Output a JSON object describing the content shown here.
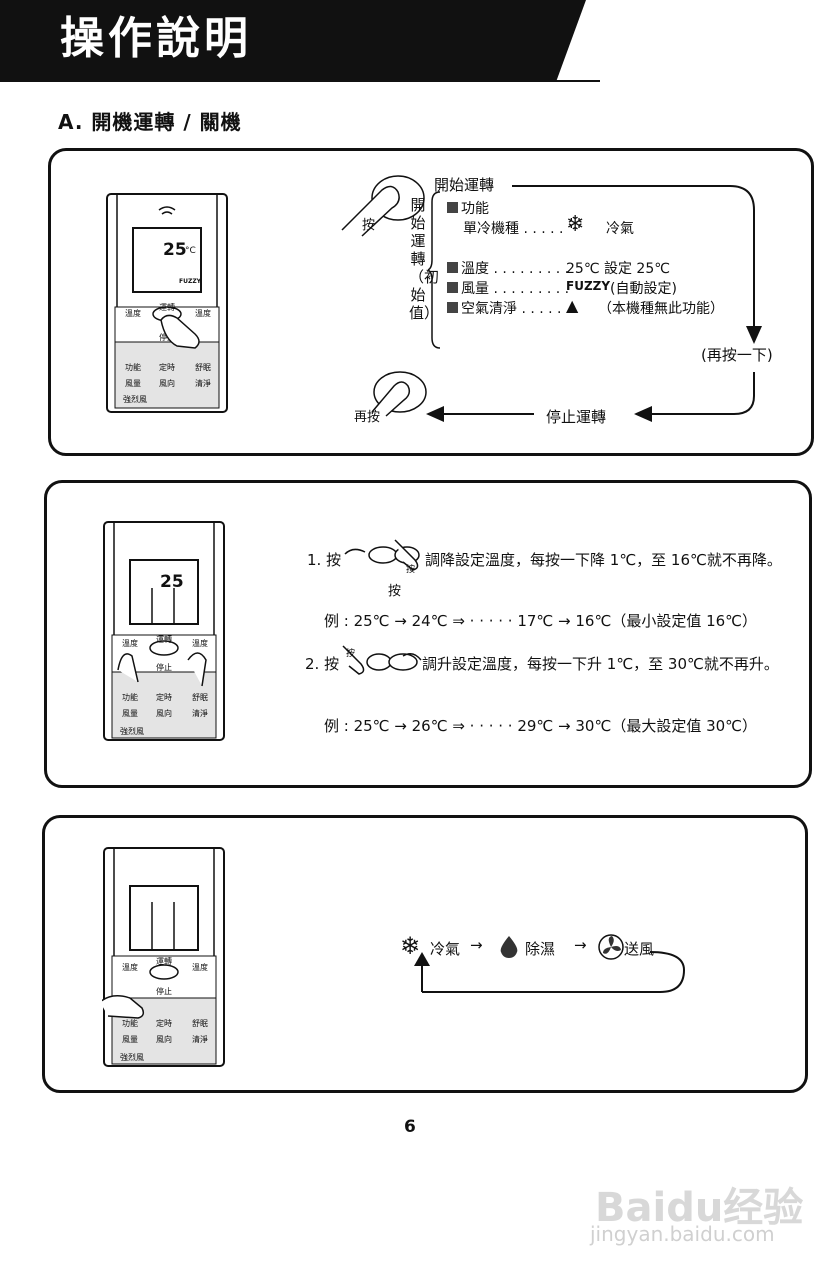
{
  "header": {
    "title": "操作說明"
  },
  "section_a": {
    "title": "A. 開機運轉 / 關機"
  },
  "panel1": {
    "press": "按",
    "start_label": "開始運轉",
    "vertical_label": "開始運轉（初始值）",
    "function_label": "功能",
    "single_cool": "單冷機種 . . . . .",
    "cool": "冷氣",
    "temperature": "溫度 . . . . . . . . .",
    "temp_value": "25℃ 設定 25℃",
    "fan": "風量 . . . . . . . . .",
    "fuzzy": "FUZZY",
    "auto_set": "(自動設定)",
    "air_clean": "空氣清淨 . . . . .",
    "no_function": "（本機種無此功能）",
    "press_again_paren": "(再按一下)",
    "press_again": "再按",
    "stop_label": "停止運轉"
  },
  "panel2": {
    "line1_prefix": "1. 按",
    "line1_press": "按",
    "line1_text": "調降設定溫度，每按一下降 1℃，至 16℃就不再降。",
    "line1_below": "按",
    "example1": "例 : 25℃ → 24℃ ⇒ · · · · · 17℃ → 16℃（最小設定值 16℃）",
    "line2_prefix": "2. 按",
    "line2_press": "按",
    "line2_text": "調升設定溫度，每按一下升 1℃，至 30℃就不再升。",
    "example2": "例 : 25℃ → 26℃ ⇒ · · · · · 29℃ → 30℃（最大設定值 30℃）"
  },
  "panel3": {
    "mode_cool": "冷氣",
    "mode_dry": "除濕",
    "mode_fan": "送風"
  },
  "remote": {
    "display_temp": "25",
    "unit": "°C",
    "fuzzy": "FUZZY",
    "btn_temp_down": "溫度",
    "btn_run": "運轉",
    "btn_temp_up": "溫度",
    "btn_stop": "停止",
    "btn_func": "功能",
    "btn_timer": "定時",
    "btn_comfort": "舒眠",
    "btn_fan": "風量",
    "btn_swing": "風向",
    "btn_clean": "清淨",
    "btn_strong": "強烈風"
  },
  "footer": {
    "page_number": "6"
  },
  "watermark": {
    "brand": "Baidu经验",
    "url": "jingyan.baidu.com"
  }
}
